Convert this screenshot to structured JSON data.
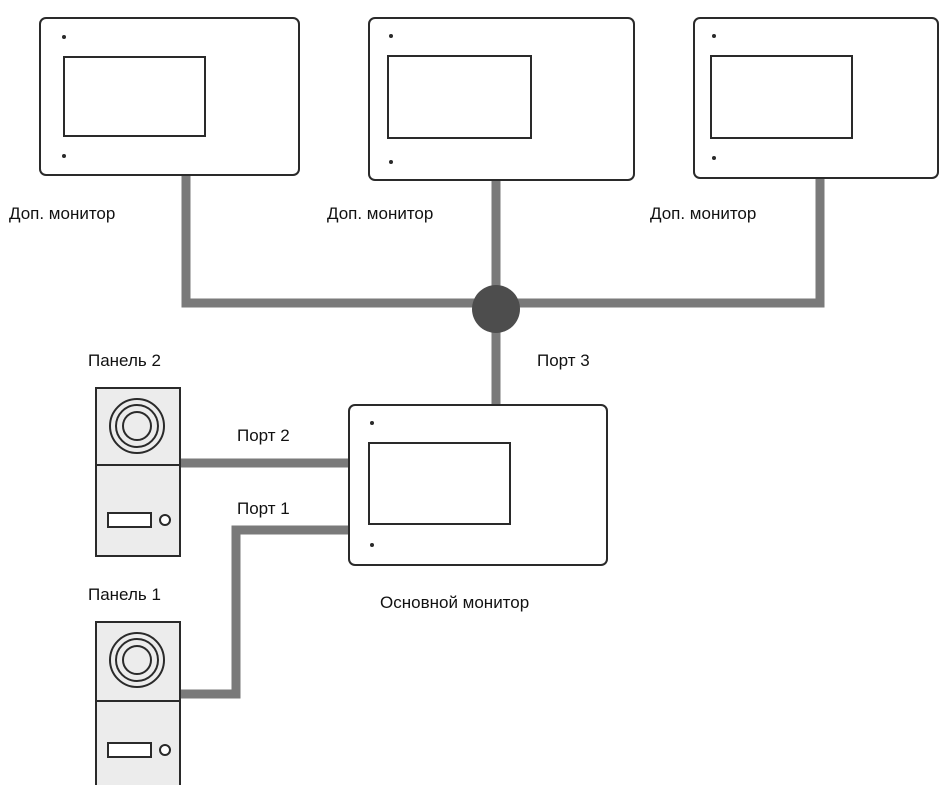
{
  "colors": {
    "wire": "#7a7a7a",
    "junction": "#4d4d4d",
    "device_outline": "#2a2a2a",
    "panel_fill": "#ececec",
    "background": "#ffffff"
  },
  "labels": {
    "aux_monitor_left": "Доп. монитор",
    "aux_monitor_center": "Доп. монитор",
    "aux_monitor_right": "Доп. монитор",
    "port_3": "Порт 3",
    "panel_2": "Панель 2",
    "port_2": "Порт 2",
    "port_1": "Порт 1",
    "panel_1": "Панель 1",
    "main_monitor": "Основной монитор"
  },
  "icons": {
    "monitor": "monitor-icon",
    "door_panel": "door-panel-icon",
    "junction": "junction-node-icon"
  }
}
